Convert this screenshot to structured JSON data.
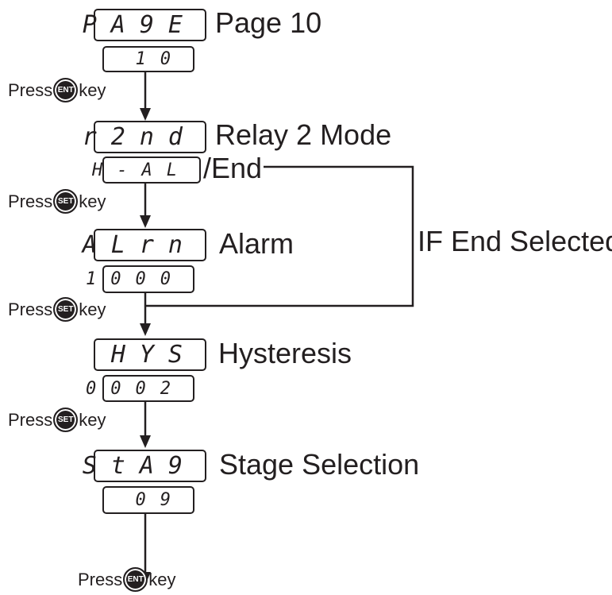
{
  "steps": [
    {
      "display": "PA9E",
      "value": "10",
      "label": "Page 10"
    },
    {
      "display": "r2nd",
      "value": "H-AL",
      "label": "Relay 2 Mode",
      "value_suffix": "/End"
    },
    {
      "display": "ALrn",
      "value": "1000",
      "label": "Alarm"
    },
    {
      "display": "HYS",
      "value": "0002",
      "label": "Hysteresis"
    },
    {
      "display": "StA9",
      "value": "09",
      "label": "Stage Selection"
    }
  ],
  "press": [
    {
      "prefix": "Press",
      "key": "ENT",
      "suffix": "key"
    },
    {
      "prefix": "Press",
      "key": "SET",
      "suffix": "key"
    },
    {
      "prefix": "Press",
      "key": "SET",
      "suffix": "key"
    },
    {
      "prefix": "Press",
      "key": "SET",
      "suffix": "key"
    },
    {
      "prefix": "Press",
      "key": "ENT",
      "suffix": "key"
    }
  ],
  "branch_label": "IF End Selected"
}
